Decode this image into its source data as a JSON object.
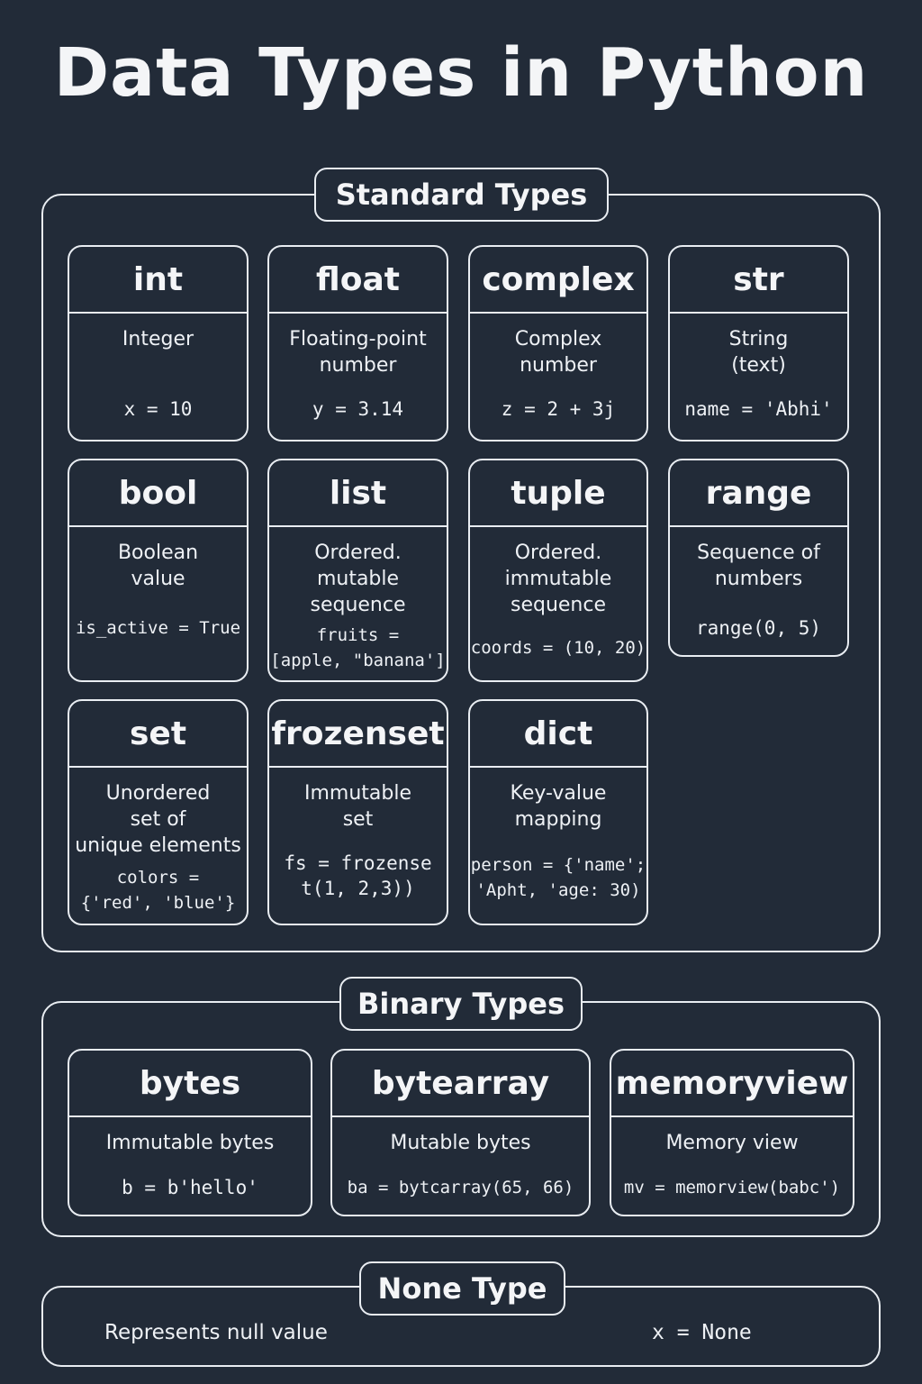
{
  "title": "Data Types in Python",
  "sections": {
    "standard": {
      "label": "Standard Types",
      "cards": [
        {
          "name": "int",
          "desc": "Integer",
          "code": "x = 10"
        },
        {
          "name": "float",
          "desc": "Floating-point\nnumber",
          "code": "y = 3.14"
        },
        {
          "name": "complex",
          "desc": "Complex\nnumber",
          "code": "z = 2 + 3j"
        },
        {
          "name": "str",
          "desc": "String\n(text)",
          "code": "name = 'Abhi'"
        },
        {
          "name": "bool",
          "desc": "Boolean\nvalue",
          "code": "is_active = True"
        },
        {
          "name": "list",
          "desc": "Ordered.\nmutable\nsequence",
          "code": "fruits =\n[apple, \"banana']"
        },
        {
          "name": "tuple",
          "desc": "Ordered.\nimmutable\nsequence",
          "code": "coords = (10, 20)"
        },
        {
          "name": "range",
          "desc": "Sequence of\nnumbers",
          "code": "range(0, 5)"
        },
        {
          "name": "set",
          "desc": "Unordered\nset of\nunique elements",
          "code": "colors =\n{'red', 'blue'}"
        },
        {
          "name": "frozenset",
          "desc": "Immutable\nset",
          "code": "fs = frozense\nt(1, 2,3))"
        },
        {
          "name": "dict",
          "desc": "Key-value\nmapping",
          "code": "person = {'name';\n'Apht, 'age: 30)"
        }
      ]
    },
    "binary": {
      "label": "Binary Types",
      "cards": [
        {
          "name": "bytes",
          "desc": "Immutable bytes",
          "code": "b = b'hello'"
        },
        {
          "name": "bytearray",
          "desc": "Mutable bytes",
          "code": "ba = bytcarray(65, 66)"
        },
        {
          "name": "memoryview",
          "desc": "Memory view",
          "code": "mv = memorview(babc')"
        }
      ]
    },
    "none": {
      "label": "None Type",
      "desc": "Represents null value",
      "code": "x = None"
    }
  }
}
